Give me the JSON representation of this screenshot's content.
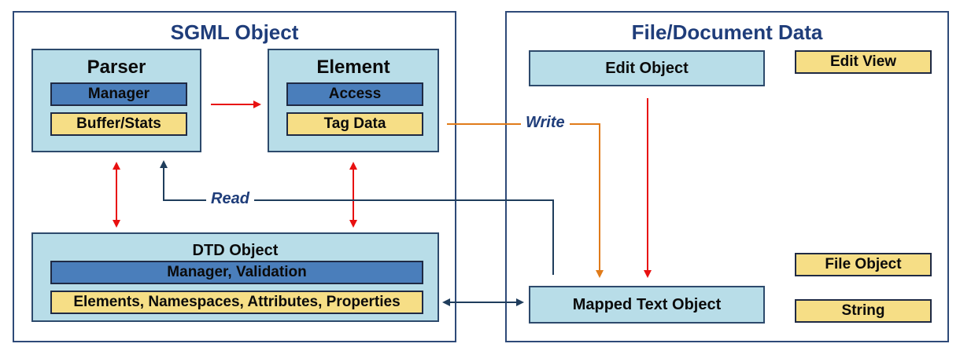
{
  "sgml_object": {
    "title": "SGML Object",
    "parser": {
      "title": "Parser",
      "manager": "Manager",
      "buffer": "Buffer/Stats"
    },
    "element": {
      "title": "Element",
      "access": "Access",
      "tag_data": "Tag Data"
    },
    "dtd": {
      "title": "DTD Object",
      "manager": "Manager, Validation",
      "items": "Elements, Namespaces, Attributes, Properties"
    }
  },
  "file_document_data": {
    "title": "File/Document Data",
    "edit_object": "Edit Object",
    "mapped_text_object": "Mapped Text Object",
    "edit_view": "Edit View",
    "file_object": "File Object",
    "string": "String"
  },
  "flows": {
    "read": "Read",
    "write": "Write"
  },
  "colors": {
    "red_arrow": "#e81010",
    "orange_arrow": "#e07b1a",
    "navy_arrow": "#1f3d5c"
  }
}
